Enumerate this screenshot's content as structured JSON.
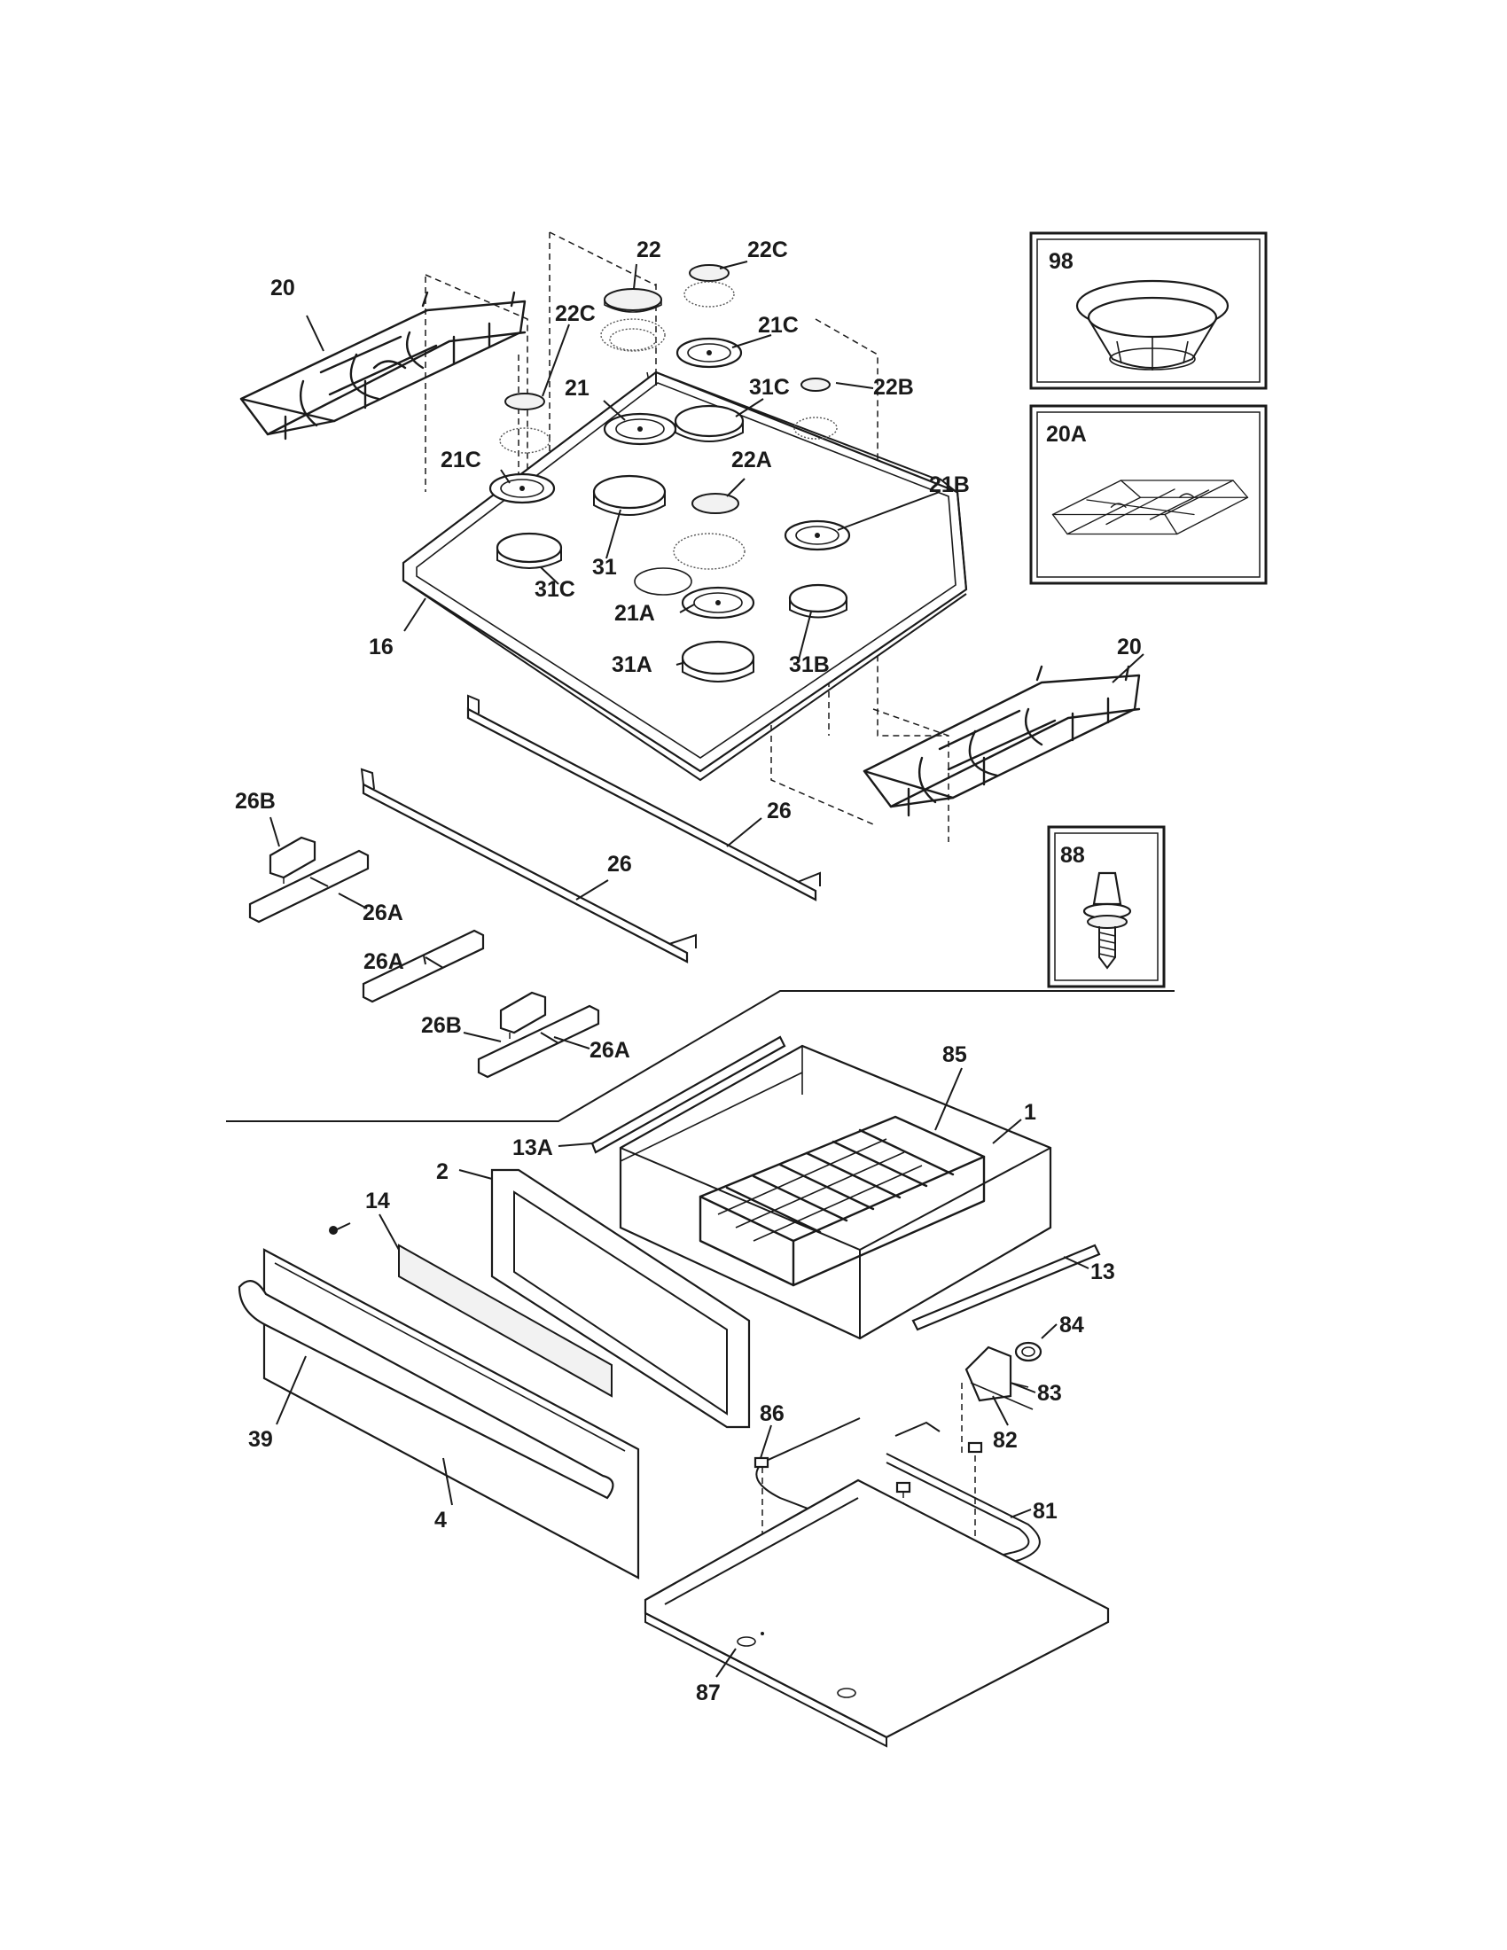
{
  "callouts": {
    "c20a": "20",
    "c20b": "20",
    "c22": "22",
    "c22c_top": "22C",
    "c22c_left": "22C",
    "c21c_top": "21C",
    "c21c_left": "21C",
    "c21": "21",
    "c31c_top": "31C",
    "c31c_bottom": "31C",
    "c22b": "22B",
    "c22a": "22A",
    "c21b": "21B",
    "c31": "31",
    "c21a": "21A",
    "c31a": "31A",
    "c31b": "31B",
    "c16": "16",
    "c26b_a": "26B",
    "c26b_b": "26B",
    "c26a_a": "26A",
    "c26a_b": "26A",
    "c26a_c": "26A",
    "c26_a": "26",
    "c26_b": "26",
    "c85": "85",
    "c1": "1",
    "c13a": "13A",
    "c2": "2",
    "c14": "14",
    "c13": "13",
    "c84": "84",
    "c83": "83",
    "c82": "82",
    "c86": "86",
    "c81": "81",
    "c39": "39",
    "c4": "4",
    "c87": "87"
  },
  "insets": {
    "i98": "98",
    "i20a": "20A",
    "i88": "88"
  }
}
